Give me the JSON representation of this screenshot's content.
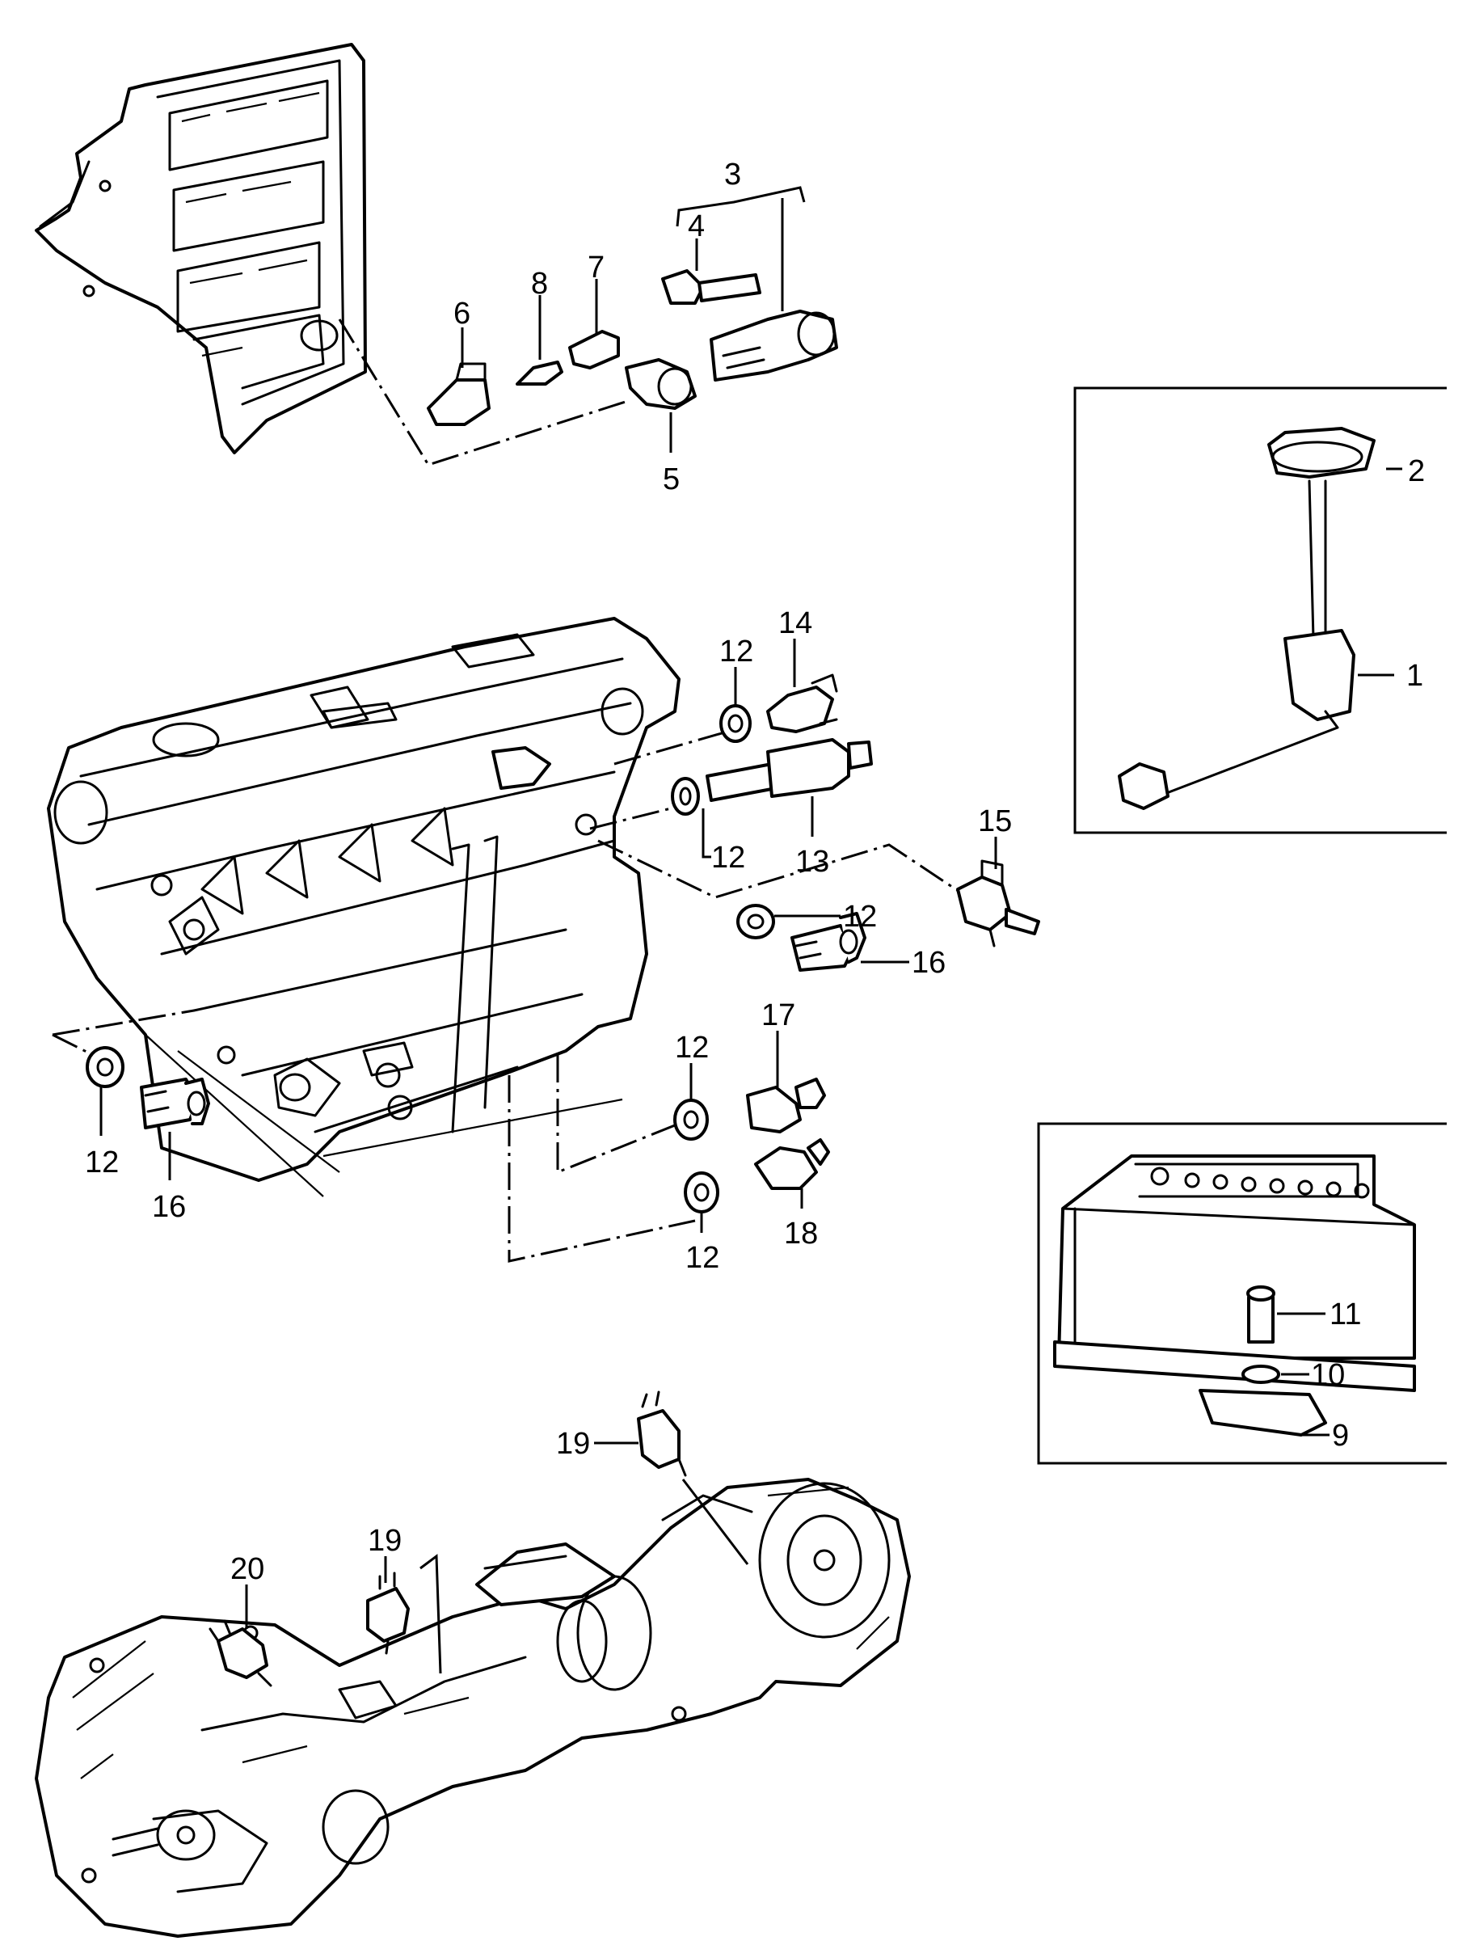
{
  "callouts": {
    "c1": "1",
    "c2": "2",
    "c3": "3",
    "c4": "4",
    "c5": "5",
    "c6": "6",
    "c7": "7",
    "c8": "8",
    "c9": "9",
    "c10": "10",
    "c11": "11",
    "c12a": "12",
    "c12b": "12",
    "c12c": "12",
    "c12d": "12",
    "c12e": "12",
    "c12f": "12",
    "c13": "13",
    "c14": "14",
    "c15": "15",
    "c16a": "16",
    "c16b": "16",
    "c17": "17",
    "c18": "18",
    "c19a": "19",
    "c19b": "19",
    "c20": "20"
  },
  "colors": {
    "ink": "#000000",
    "paper": "#ffffff"
  }
}
